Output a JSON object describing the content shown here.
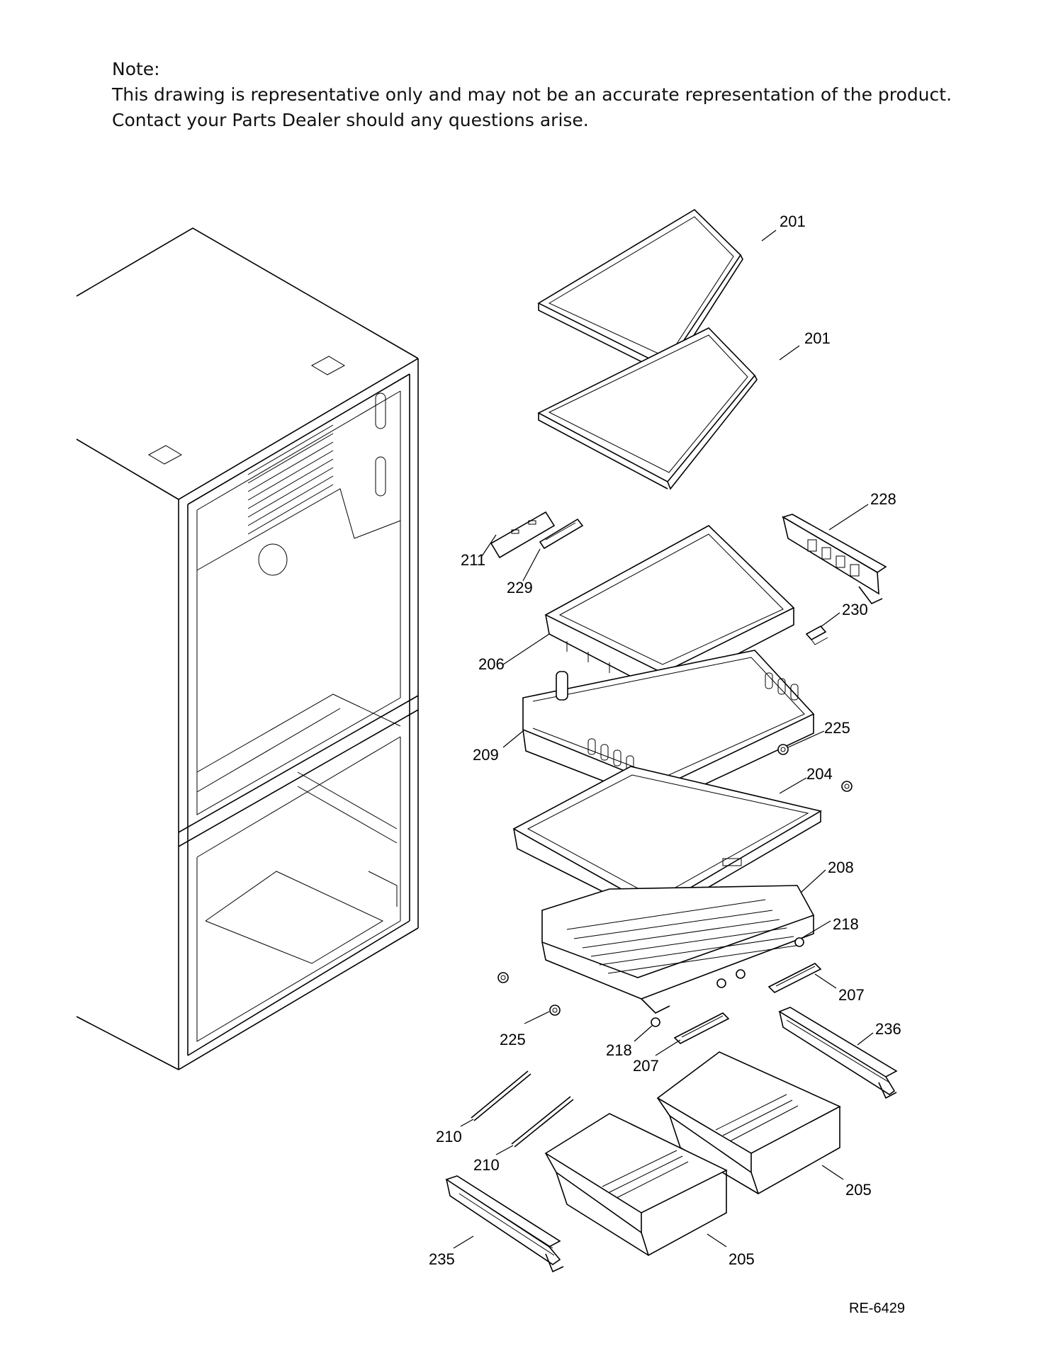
{
  "note": {
    "heading": "Note:",
    "line1": "This drawing is representative only and may not be an accurate representation of the product.",
    "line2": "Contact your Parts Dealer should any questions arise."
  },
  "callouts": {
    "c201a": "201",
    "c201b": "201",
    "c228": "228",
    "c211": "211",
    "c229": "229",
    "c230": "230",
    "c206": "206",
    "c225a": "225",
    "c209": "209",
    "c204": "204",
    "c208": "208",
    "c218a": "218",
    "c207a": "207",
    "c225b": "225",
    "c218b": "218",
    "c207b": "207",
    "c236": "236",
    "c210a": "210",
    "c210b": "210",
    "c205a": "205",
    "c235": "235",
    "c205b": "205"
  },
  "document_id": "RE-6429"
}
